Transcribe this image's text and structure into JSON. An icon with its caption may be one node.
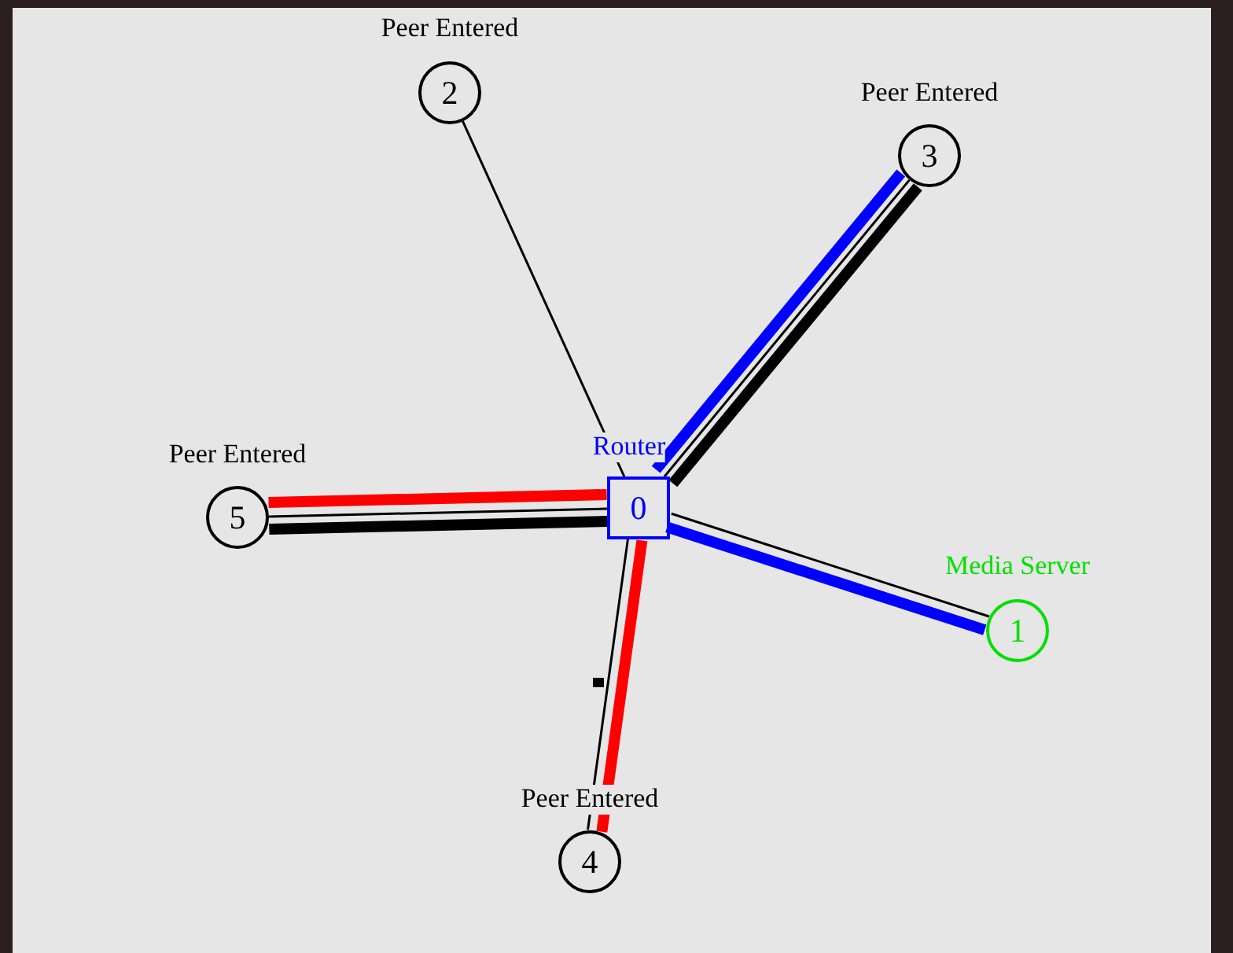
{
  "diagram": {
    "nodes": [
      {
        "text": [
          "0"
        ],
        "beside": [
          "Router"
        ]
      },
      {
        "text": [
          "1"
        ],
        "beside": [
          "Media Server"
        ]
      },
      {
        "text": [
          "2"
        ],
        "beside": [
          "Peer Entered"
        ]
      },
      {
        "text": [
          "3"
        ],
        "beside": [
          "Peer Entered"
        ]
      },
      {
        "text": [
          "4"
        ],
        "beside": [
          "Peer Entered"
        ]
      },
      {
        "text": [
          "5"
        ],
        "beside": [
          "Peer Entered"
        ]
      }
    ],
    "edges": [
      {
        "from": 0,
        "to": 1,
        "arrow": "none"
      },
      {
        "from": 0,
        "to": 2,
        "arrow": "none"
      },
      {
        "from": 0,
        "to": 3,
        "arrow": "none"
      },
      {
        "from": 0,
        "to": 4,
        "arrow": "none"
      },
      {
        "from": 0,
        "to": 5,
        "arrow": "none"
      },
      {
        "from": 1,
        "to": 0,
        "arrow": "none",
        "color": "#0000ff"
      },
      {
        "from": 0,
        "to": 3,
        "arrow": "none",
        "color": "#0000ff"
      },
      {
        "from": 3,
        "to": 0,
        "arrow": "none"
      },
      {
        "from": 0,
        "to": 5,
        "arrow": "none",
        "color": "#ff0000"
      },
      {
        "from": 5,
        "to": 0,
        "arrow": "none"
      },
      {
        "from": 0,
        "to": 4,
        "arrow": "none",
        "color": "#ff0000"
      }
    ]
  }
}
